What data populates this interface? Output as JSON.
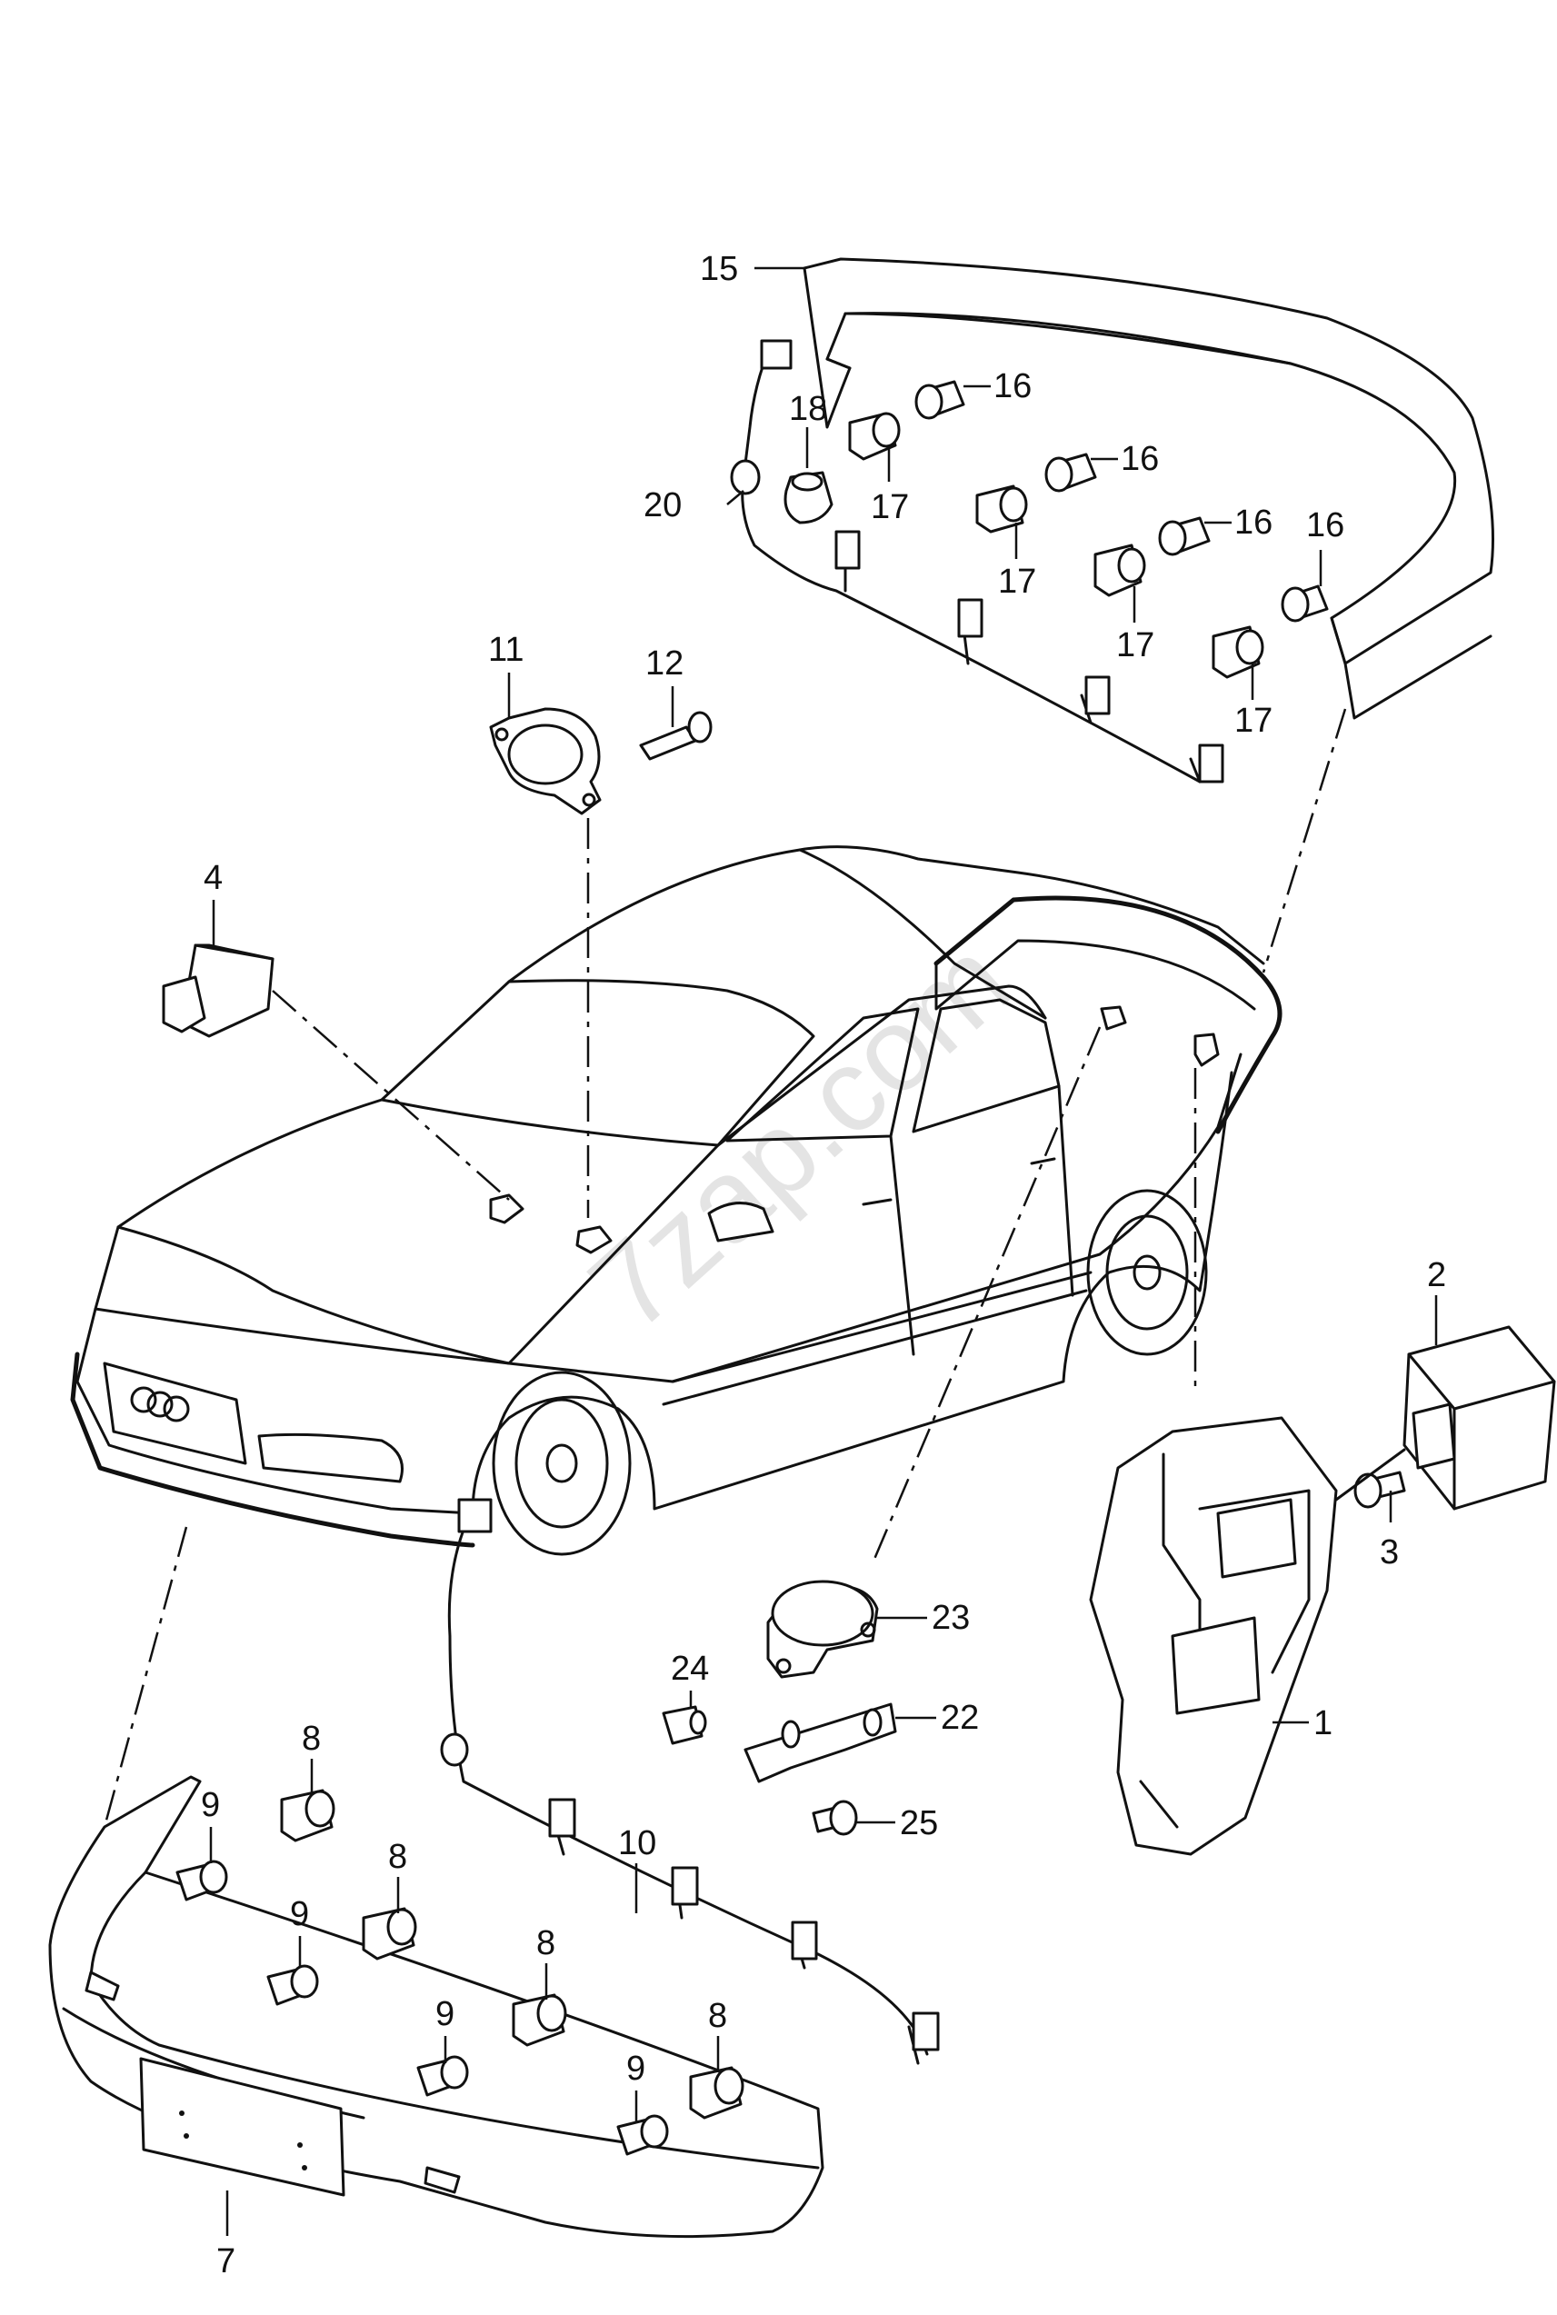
{
  "watermark": "7zap.com",
  "callouts": {
    "c1": "1",
    "c2": "2",
    "c3": "3",
    "c4": "4",
    "c7": "7",
    "c8a": "8",
    "c8b": "8",
    "c8c": "8",
    "c8d": "8",
    "c9a": "9",
    "c9b": "9",
    "c9c": "9",
    "c9d": "9",
    "c10": "10",
    "c11": "11",
    "c12": "12",
    "c15": "15",
    "c16a": "16",
    "c16b": "16",
    "c16c": "16",
    "c16d": "16",
    "c17a": "17",
    "c17b": "17",
    "c17c": "17",
    "c17d": "17",
    "c18": "18",
    "c20": "20",
    "c22": "22",
    "c23": "23",
    "c24": "24",
    "c25": "25"
  }
}
